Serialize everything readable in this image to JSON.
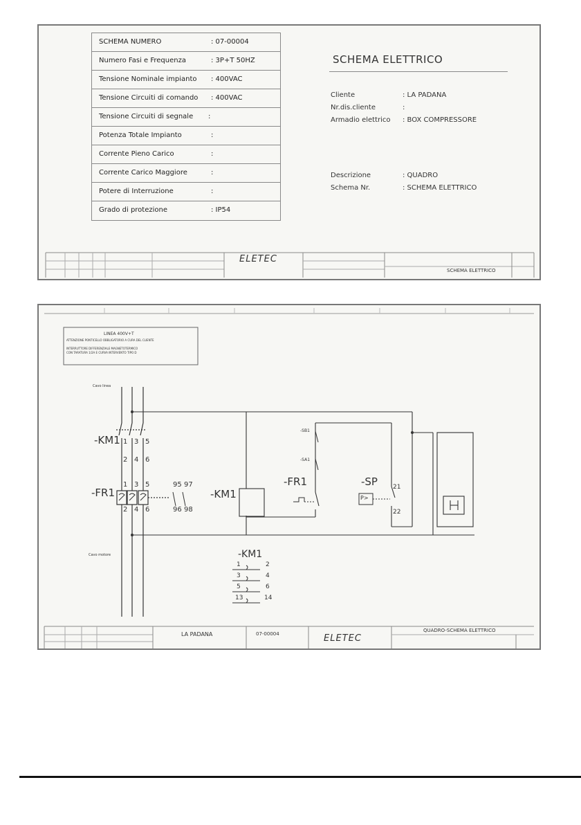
{
  "cover": {
    "spec_rows": [
      {
        "label": "SCHEMA NUMERO",
        "value": ":   07-00004"
      },
      {
        "label": "Numero Fasi e Frequenza",
        "value": ":   3P+T 50HZ"
      },
      {
        "label": "Tensione Nominale impianto",
        "value": ":   400VAC"
      },
      {
        "label": "Tensione Circuiti di comando",
        "value": ":   400VAC"
      },
      {
        "label": "Tensione Circuiti di segnale",
        "value": ":"
      },
      {
        "label": "Potenza Totale Impianto",
        "value": ":"
      },
      {
        "label": "Corrente Pieno Carico",
        "value": ":"
      },
      {
        "label": "Corrente Carico Maggiore",
        "value": ":"
      },
      {
        "label": "Potere di Interruzione",
        "value": ":"
      },
      {
        "label": "Grado di protezione",
        "value": ":   IP54"
      }
    ],
    "title": "SCHEMA ELETTRICO",
    "client_label": "Cliente",
    "client_value": ":   LA PADANA",
    "drawing_client_label": "Nr.dis.cliente",
    "drawing_client_value": ":",
    "cabinet_label": "Armadio elettrico",
    "cabinet_value": ":   BOX COMPRESSORE",
    "description_label": "Descrizione",
    "description_value": ":   QUADRO",
    "schema_label": "Schema Nr.",
    "schema_value": ":   SCHEMA ELETTRICO",
    "brand": "ELETEC",
    "titleblock_right": "SCHEMA ELETTRICO"
  },
  "schematic": {
    "note_title": "LINEA 400V+T",
    "note_line1": "ATTENZIONE PONTICELLO OBBLIGATORIO A CURA DEL CLIENTE",
    "note_line2": "INTERRUTTORE DIFFERENZIALE MAGNETOTERMICO",
    "note_line3": "CON TARATURA 1/2A E CURVA INTERVENTO TIPO D",
    "cavo_linea": "Cavo linea",
    "cavo_motore": "Cavo motore",
    "km1": "-KM1",
    "fr1": "-FR1",
    "km1_coil": "-KM1",
    "fr1_contact": "-FR1",
    "sp": "-SP",
    "sb1": "-SB1",
    "sa1": "-SA1",
    "km1_table": "-KM1",
    "km1_contacts": [
      [
        "1",
        "2"
      ],
      [
        "3",
        "4"
      ],
      [
        "5",
        "6"
      ],
      [
        "13",
        "14"
      ]
    ],
    "terminals_top": [
      "1",
      "3",
      "5"
    ],
    "terminals_mid": [
      "2",
      "4",
      "6"
    ],
    "fr1_top": [
      "1",
      "3",
      "5"
    ],
    "fr1_bottom": [
      "2",
      "4",
      "6"
    ],
    "fr1_aux": [
      "95",
      "97",
      "96",
      "98"
    ],
    "sp_contacts": [
      "21",
      "22"
    ],
    "sp_symbol": "P>",
    "heater_symbol": "H",
    "customer": "LA PADANA",
    "drawing_number": "07-00004",
    "brand": "ELETEC",
    "sheet_title": "QUADRO-SCHEMA ELETTRICO"
  }
}
